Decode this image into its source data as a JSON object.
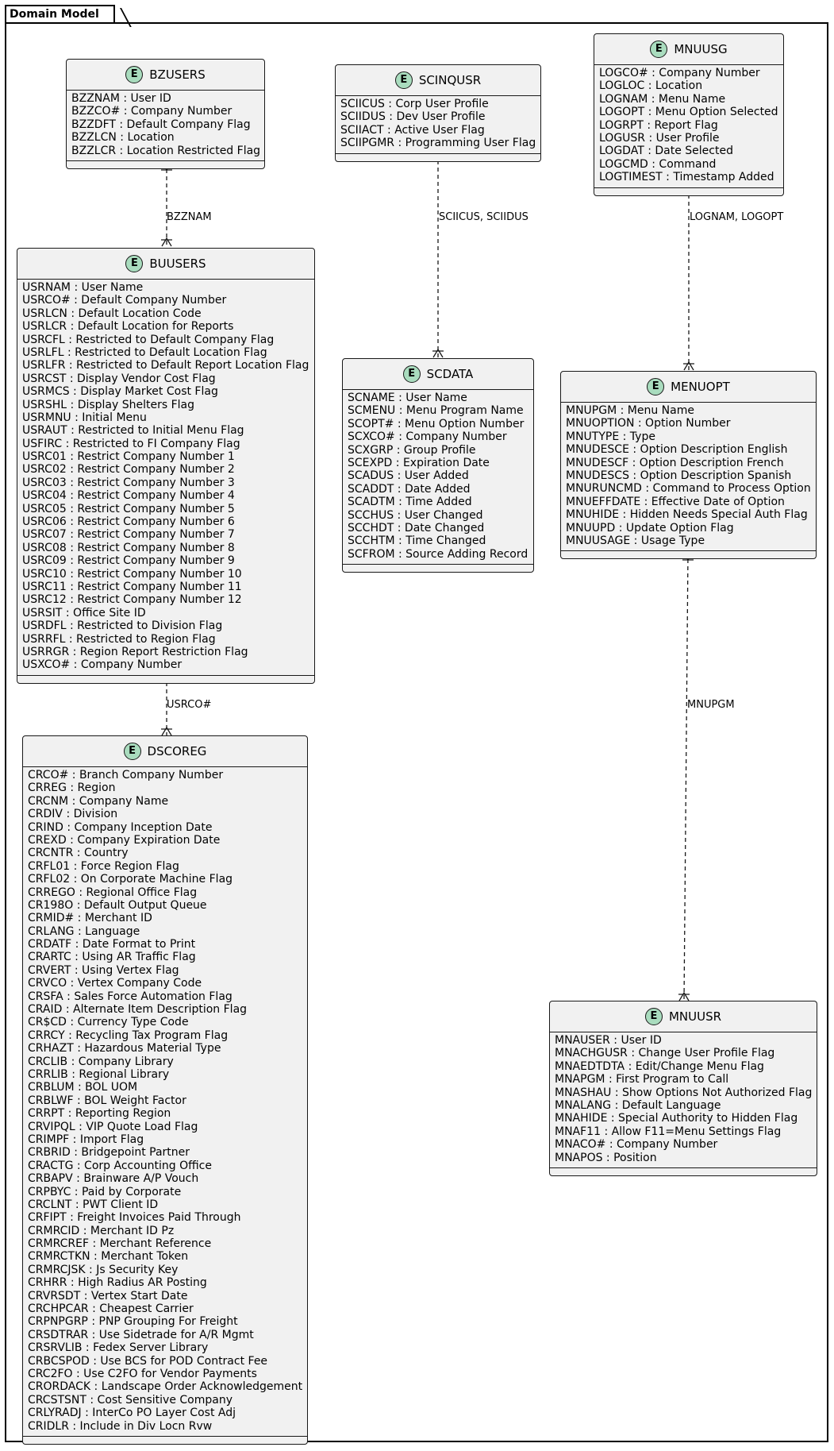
{
  "package": {
    "title": "Domain Model"
  },
  "entities": {
    "bzusers": {
      "name": "BZUSERS",
      "badge": "E",
      "fields": [
        "BZZNAM : User ID",
        "BZZCO# : Company Number",
        "BZZDFT : Default Company Flag",
        "BZZLCN : Location",
        "BZZLCR : Location Restricted Flag"
      ]
    },
    "scinqusr": {
      "name": "SCINQUSR",
      "badge": "E",
      "fields": [
        "SCIICUS : Corp User Profile",
        "SCIIDUS : Dev User Profile",
        "SCIIACT : Active User Flag",
        "SCIIPGMR : Programming User Flag"
      ]
    },
    "mnuusg": {
      "name": "MNUUSG",
      "badge": "E",
      "fields": [
        "LOGCO# : Company Number",
        "LOGLOC : Location",
        "LOGNAM : Menu Name",
        "LOGOPT : Menu Option Selected",
        "LOGRPT : Report Flag",
        "LOGUSR : User Profile",
        "LOGDAT : Date Selected",
        "LOGCMD : Command",
        "LOGTIMEST : Timestamp Added"
      ]
    },
    "buusers": {
      "name": "BUUSERS",
      "badge": "E",
      "fields": [
        "USRNAM : User Name",
        "USRCO# : Default Company Number",
        "USRLCN : Default Location Code",
        "USRLCR : Default Location for Reports",
        "USRCFL : Restricted to Default Company Flag",
        "USRLFL : Restricted to Default Location Flag",
        "USRLFR : Restricted to Default Report Location Flag",
        "USRCST : Display Vendor Cost Flag",
        "USRMCS : Display Market Cost Flag",
        "USRSHL : Display Shelters Flag",
        "USRMNU : Initial Menu",
        "USRAUT : Restricted to Initial Menu Flag",
        "USFIRC : Restricted to FI Company Flag",
        "USRC01 : Restrict Company Number 1",
        "USRC02 : Restrict Company Number 2",
        "USRC03 : Restrict Company Number 3",
        "USRC04 : Restrict Company Number 4",
        "USRC05 : Restrict Company Number 5",
        "USRC06 : Restrict Company Number 6",
        "USRC07 : Restrict Company Number 7",
        "USRC08 : Restrict Company Number 8",
        "USRC09 : Restrict Company Number 9",
        "USRC10 : Restrict Company Number 10",
        "USRC11 : Restrict Company Number 11",
        "USRC12 : Restrict Company Number 12",
        "USRSIT : Office Site ID",
        "USRDFL : Restricted to Division Flag",
        "USRRFL : Restricted to Region Flag",
        "USRRGR : Region Report Restriction Flag",
        "USXCO# : Company Number"
      ]
    },
    "scdata": {
      "name": "SCDATA",
      "badge": "E",
      "fields": [
        "SCNAME : User Name",
        "SCMENU : Menu Program Name",
        "SCOPT# : Menu Option Number",
        "SCXCO# : Company Number",
        "SCXGRP : Group Profile",
        "SCEXPD : Expiration Date",
        "SCADUS : User Added",
        "SCADDT : Date Added",
        "SCADTM : Time Added",
        "SCCHUS : User Changed",
        "SCCHDT : Date Changed",
        "SCCHTM : Time Changed",
        "SCFROM : Source Adding Record"
      ]
    },
    "menuopt": {
      "name": "MENUOPT",
      "badge": "E",
      "fields": [
        "MNUPGM : Menu Name",
        "MNUOPTION : Option Number",
        "MNUTYPE : Type",
        "MNUDESCE : Option Description English",
        "MNUDESCF : Option Description French",
        "MNUDESCS : Option Description Spanish",
        "MNURUNCMD : Command to Process Option",
        "MNUEFFDATE : Effective Date of Option",
        "MNUHIDE : Hidden Needs Special Auth Flag",
        "MNUUPD : Update Option Flag",
        "MNUUSAGE : Usage Type"
      ]
    },
    "dscoreg": {
      "name": "DSCOREG",
      "badge": "E",
      "fields": [
        "CRCO# : Branch Company Number",
        "CRREG : Region",
        "CRCNM : Company Name",
        "CRDIV : Division",
        "CRIND : Company Inception Date",
        "CREXD : Company Expiration Date",
        "CRCNTR : Country",
        "CRFL01 : Force Region Flag",
        "CRFL02 : On Corporate Machine Flag",
        "CRREGO : Regional Office Flag",
        "CR198O : Default Output Queue",
        "CRMID# : Merchant ID",
        "CRLANG : Language",
        "CRDATF : Date Format to Print",
        "CRARTC : Using AR Traffic Flag",
        "CRVERT : Using Vertex Flag",
        "CRVCO : Vertex Company Code",
        "CRSFA : Sales Force Automation Flag",
        "CRAID : Alternate Item Description Flag",
        "CR$CD : Currency Type Code",
        "CRRCY : Recycling Tax Program Flag",
        "CRHAZT : Hazardous Material Type",
        "CRCLIB : Company Library",
        "CRRLIB : Regional Library",
        "CRBLUM : BOL UOM",
        "CRBLWF : BOL Weight Factor",
        "CRRPT : Reporting Region",
        "CRVIPQL : VIP Quote Load Flag",
        "CRIMPF : Import Flag",
        "CRBRID : Bridgepoint Partner",
        "CRACTG : Corp Accounting Office",
        "CRBAPV : Brainware A/P Vouch",
        "CRPBYC : Paid by Corporate",
        "CRCLNT : PWT Client ID",
        "CRFIPT : Freight Invoices Paid Through",
        "CRMRCID : Merchant ID Pz",
        "CRMRCREF : Merchant Reference",
        "CRMRCTKN : Merchant Token",
        "CRMRCJSK : Js Security Key",
        "CRHRR : High Radius AR Posting",
        "CRVRSDT : Vertex Start Date",
        "CRCHPCAR : Cheapest Carrier",
        "CRPNPGRP : PNP Grouping For Freight",
        "CRSDTRAR : Use Sidetrade for A/R Mgmt",
        "CRSRVLIB : Fedex Server Library",
        "CRBCSPOD : Use BCS for POD Contract Fee",
        "CRC2FO : Use C2FO for Vendor Payments",
        "CRORDACK : Landscape Order Acknowledgement",
        "CRCSTSNT : Cost Sensitive Company",
        "CRLYRADJ : InterCo PO Layer Cost Adj",
        "CRIDLR : Include in Div Locn Rvw"
      ]
    },
    "mnuusr": {
      "name": "MNUUSR",
      "badge": "E",
      "fields": [
        "MNAUSER : User ID",
        "MNACHGUSR : Change User Profile Flag",
        "MNAEDTDTA : Edit/Change Menu Flag",
        "MNAPGM : First Program to Call",
        "MNASHAU : Show Options Not Authorized Flag",
        "MNALANG : Default Language",
        "MNAHIDE : Special Authority to Hidden Flag",
        "MNAF11 : Allow F11=Menu Settings Flag",
        "MNACO# : Company Number",
        "MNAPOS : Position"
      ]
    }
  },
  "relations": {
    "bzusers_buusers": "BZZNAM",
    "scinqusr_scdata": "SCIICUS, SCIIDUS",
    "mnuusg_menuopt": "LOGNAM, LOGOPT",
    "buusers_dscoreg": "USRCO#",
    "menuopt_mnuusr": "MNUPGM"
  },
  "colors": {
    "entity_fill": "#f1f1f1",
    "badge_fill": "#a9dcbe",
    "border": "#181818"
  }
}
